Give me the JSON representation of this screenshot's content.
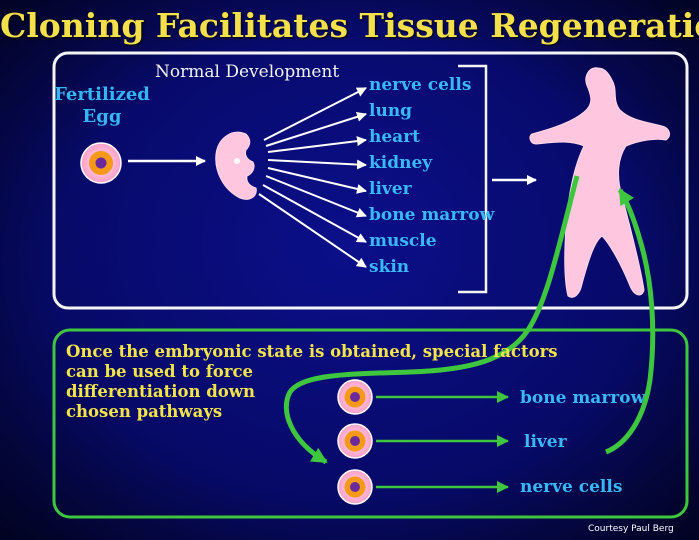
{
  "title": "Cloning Facilitates Tissue Regeneration",
  "normal_development_label": "Normal Development",
  "egg_label": [
    "Fertilized",
    "Egg"
  ],
  "tissues": [
    "nerve cells",
    "lung",
    "heart",
    "kidney",
    "liver",
    "bone marrow",
    "muscle",
    "skin"
  ],
  "info_text": [
    "Once the embryonic state is obtained, special factors",
    "can be used to force",
    "differentiation down",
    "chosen pathways"
  ],
  "derived_cells": [
    "bone marrow",
    "liver",
    "nerve cells"
  ],
  "credit": "Courtesy Paul Berg",
  "colors": {
    "background": "#07096e",
    "title": "#f4e04a",
    "tissue_text": "#38b8f5",
    "info_text": "#f2e44a",
    "box_top_border": "#ffffff",
    "box_bottom_border": "#3ec63e",
    "green_arrow": "#3ec63e",
    "figure_pink": "#ffc6e0",
    "cell_pink": "#ff9ec8",
    "cell_orange": "#f59a18",
    "nucleus_purple": "#6a2a9c"
  }
}
